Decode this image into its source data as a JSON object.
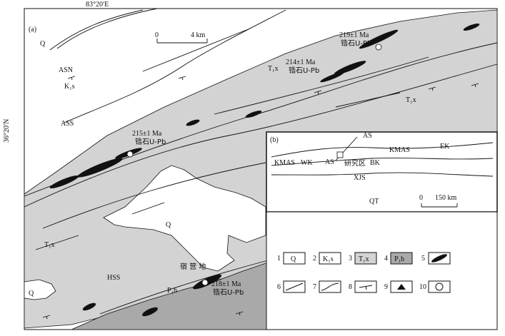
{
  "figure": {
    "panel_a_label": "(a)",
    "panel_b_label": "(b)",
    "longitude_label": "83°20′E",
    "latitude_label": "36°20′N",
    "scale_a": {
      "start": "0",
      "end": "4 km"
    },
    "scale_b": {
      "start": "0",
      "end": "150 km"
    }
  },
  "units_on_map": {
    "q_top_left": "Q",
    "k1s": "K₁s",
    "t1x_upper_mid": "T₁x",
    "t1x_right": "T₁x",
    "t1x_left": "T₁x",
    "q_center": "Q",
    "q_bottom_left": "Q",
    "p1h": "P₁h"
  },
  "faults": {
    "asn": "ASN",
    "ass": "ASS",
    "hss": "HSS"
  },
  "place_name": "宿 营 地",
  "ages": [
    {
      "age": "219±1 Ma",
      "method": "锆石U-Pb"
    },
    {
      "age": "214±1 Ma",
      "method": "锆石U-Pb"
    },
    {
      "age": "215±1 Ma",
      "method": "锆石U-Pb"
    },
    {
      "age": "218±1 Ma",
      "method": "锆石U-Pb"
    }
  ],
  "inset": {
    "as": "AS",
    "ek": "EK",
    "kmas_right": "KMAS",
    "kmas_left": "KMAS",
    "wk": "WK",
    "as_lower": "AS",
    "study_area": "研究区",
    "bk": "BK",
    "xjs": "XJS",
    "qt": "QT"
  },
  "legend": [
    {
      "num": "1",
      "label": "Q"
    },
    {
      "num": "2",
      "label": "K₁s"
    },
    {
      "num": "3",
      "label": "T₁x"
    },
    {
      "num": "4",
      "label": "P₁h"
    },
    {
      "num": "5",
      "label": "granite-dike-symbol"
    },
    {
      "num": "6",
      "label": "fault-line-symbol"
    },
    {
      "num": "7",
      "label": "boundary-line-symbol"
    },
    {
      "num": "8",
      "label": "attitude-symbol"
    },
    {
      "num": "9",
      "label": "triangle-symbol"
    },
    {
      "num": "10",
      "label": "sample-site-symbol"
    }
  ],
  "colors": {
    "t1x_fill": "#d3d3d3",
    "p1h_fill": "#a9a9a9",
    "q_fill": "#ffffff",
    "k1s_fill": "#ffffff",
    "line": "#111111"
  }
}
